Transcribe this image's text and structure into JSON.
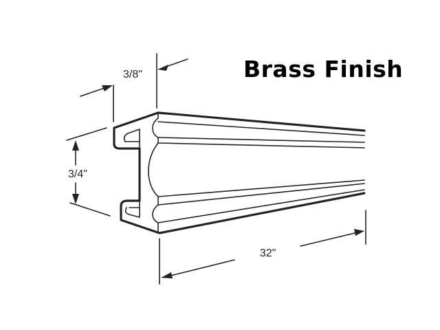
{
  "title": "Brass Finish",
  "dimensions": {
    "width": "3/8\"",
    "height": "3/4\"",
    "length": "32\""
  },
  "colors": {
    "background": "#ffffff",
    "line": "#222222",
    "title": "#000000"
  }
}
